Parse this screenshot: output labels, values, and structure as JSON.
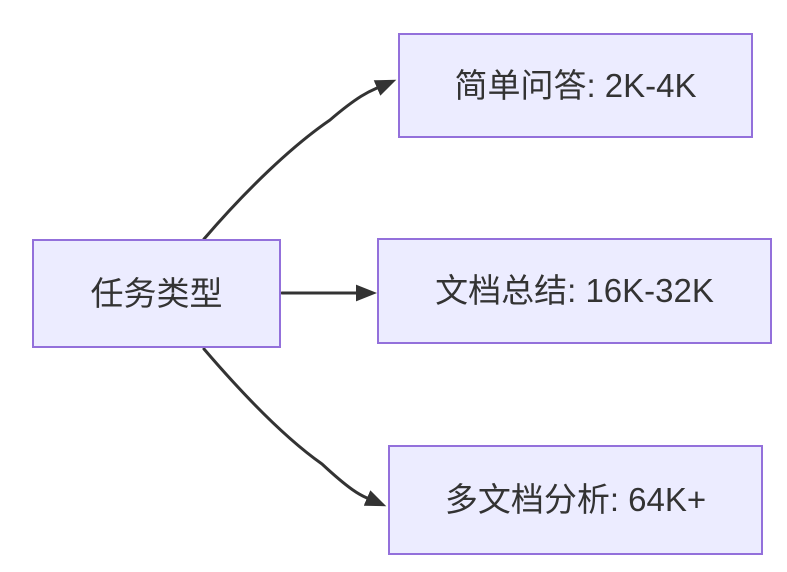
{
  "diagram": {
    "type": "flowchart-left-to-right",
    "root": {
      "label": "任务类型"
    },
    "branches": [
      {
        "label": "简单问答: 2K-4K"
      },
      {
        "label": "文档总结: 16K-32K"
      },
      {
        "label": "多文档分析: 64K+"
      }
    ],
    "colors": {
      "background": "#ffffff",
      "node_fill": "#ECECFF",
      "node_border": "#9370DB",
      "edge": "#333333",
      "text": "#333333"
    }
  }
}
